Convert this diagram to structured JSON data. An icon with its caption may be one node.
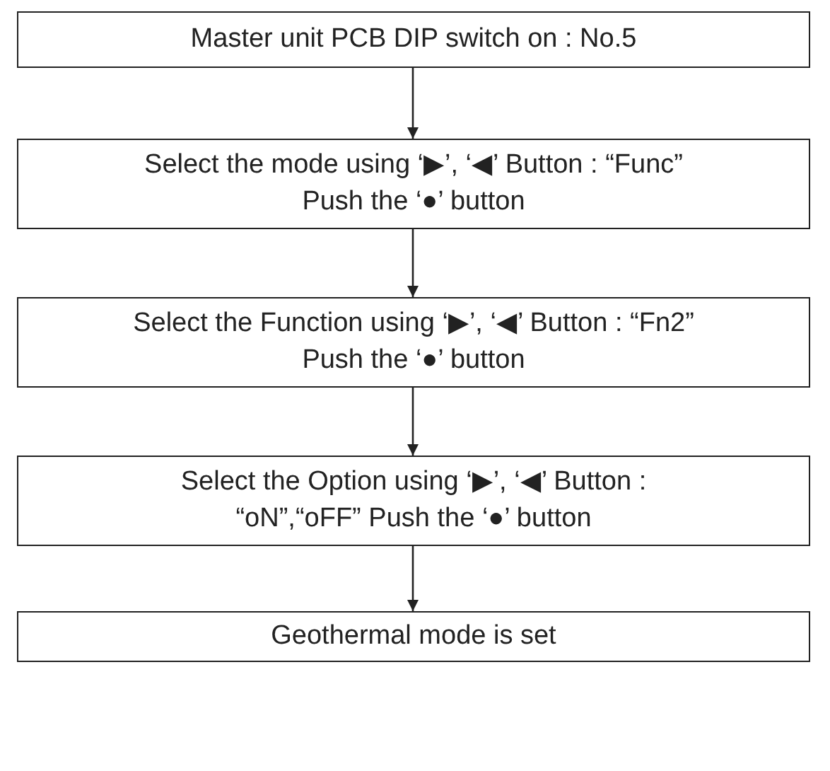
{
  "diagram": {
    "nodes": [
      {
        "text": [
          "Master unit PCB DIP switch on : No.5"
        ]
      },
      {
        "text": [
          "Select the mode using ‘▶’, ‘◀’ Button : “Func” Push the ‘●’ button"
        ]
      },
      {
        "text": [
          "Select the Function using ‘▶’, ‘◀’ Button : “Fn2” Push the ‘●’ button"
        ]
      },
      {
        "text": [
          "Select the Option using ‘▶’, ‘◀’ Button : “oN”,“oFF” Push the ‘●’ button"
        ]
      },
      {
        "text": [
          "Geothermal mode is set"
        ]
      }
    ],
    "edges": [
      {
        "from": 0,
        "to": 1,
        "arrow": "to"
      },
      {
        "from": 1,
        "to": 2,
        "arrow": "to"
      },
      {
        "from": 2,
        "to": 3,
        "arrow": "to"
      },
      {
        "from": 3,
        "to": 4,
        "arrow": "to"
      }
    ]
  }
}
